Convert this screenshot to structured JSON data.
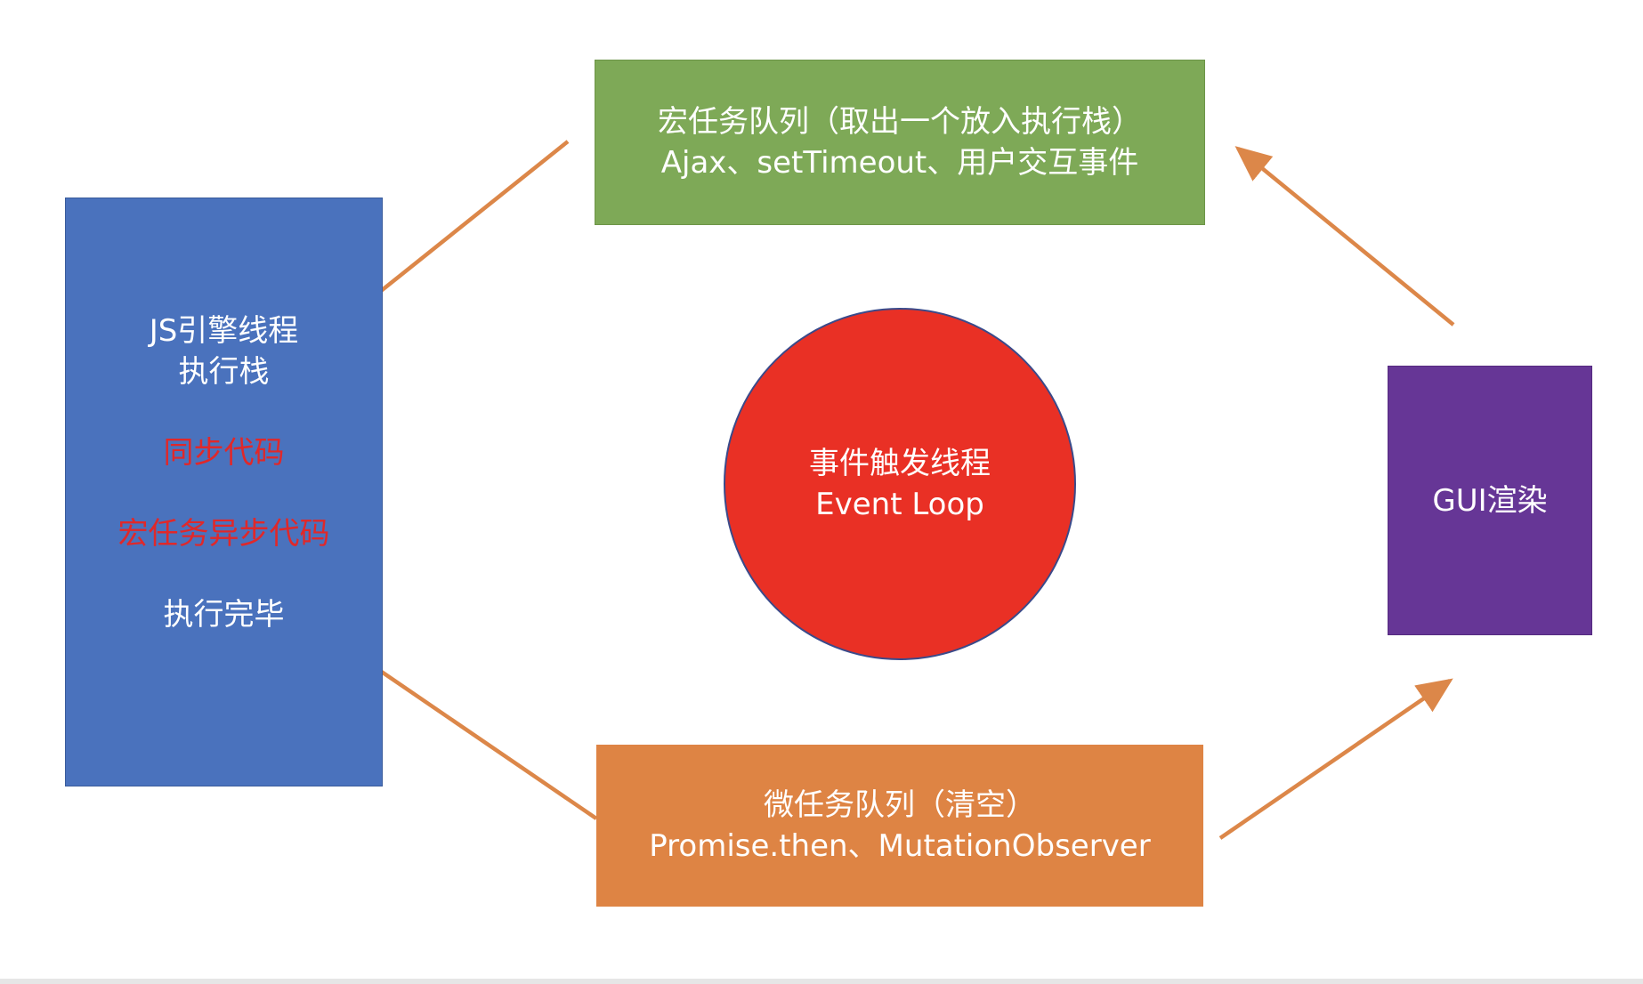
{
  "js_engine": {
    "line1": "JS引擎线程",
    "line2": "执行栈",
    "sync_code": "同步代码",
    "macro_async_code": "宏任务异步代码",
    "done": "执行完毕"
  },
  "macro_queue": {
    "title": "宏任务队列（取出一个放入执行栈）",
    "subtitle": "Ajax、setTimeout、用户交互事件"
  },
  "micro_queue": {
    "title": "微任务队列（清空）",
    "subtitle": "Promise.then、MutationObserver"
  },
  "event_loop": {
    "title": "事件触发线程",
    "subtitle": "Event Loop"
  },
  "gui": {
    "label": "GUI渲染"
  },
  "colors": {
    "js_box": "#4a72bd",
    "macro_box": "#7ea957",
    "micro_box": "#de8444",
    "gui_box": "#663696",
    "event_circle": "#e93025",
    "arrow": "#dc8749",
    "highlight_text": "#e0282a"
  }
}
